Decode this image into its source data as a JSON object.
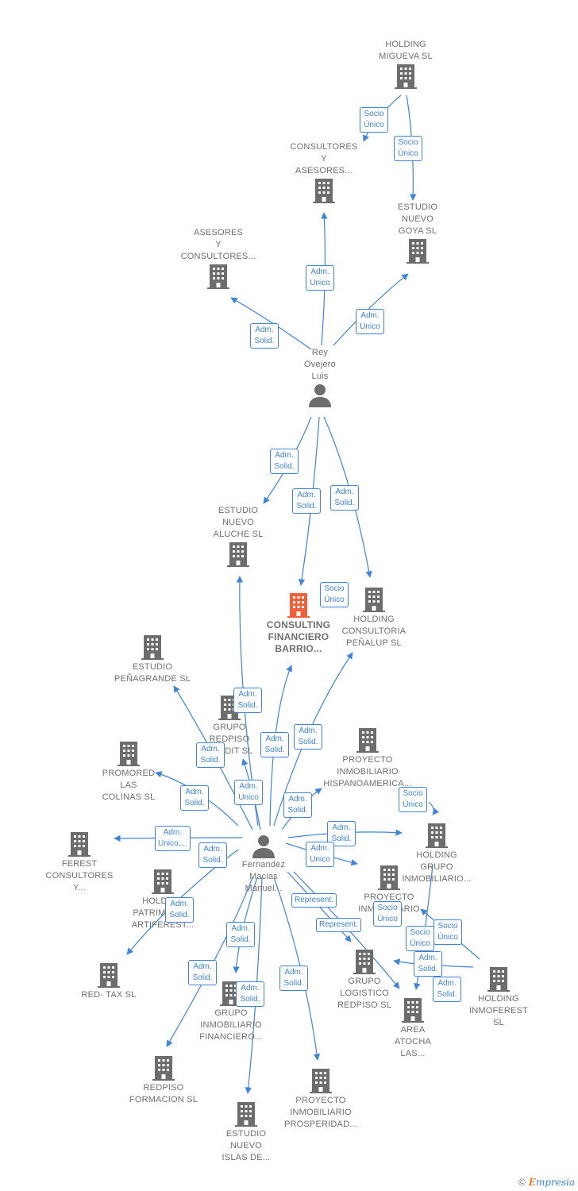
{
  "colors": {
    "edge": "#3f84d6",
    "building": "#6d6d6d",
    "main": "#f0603a",
    "person": "#6d6d6d",
    "label": "#6f6f6f"
  },
  "nodes": {
    "holding_migueva": "HOLDING\nMIGUEVA  SL",
    "consultores_asesores": "CONSULTORES\nY\nASESORES...",
    "estudio_nuevo_goya": "ESTUDIO\nNUEVO\nGOYA  SL",
    "asesores_consultores": "ASESORES\nY\nCONSULTORES...",
    "rey_ovejero": "Rey\nOvejero\nLuis",
    "estudio_nuevo_aluche": "ESTUDIO\nNUEVO\nALUCHE SL",
    "consulting_financiero": "CONSULTING\nFINANCIERO\nBARRIO...",
    "holding_consultoria": "HOLDING\nCONSULTORIA\nPEÑALUP  SL",
    "estudio_penagrande": "ESTUDIO\nPEÑAGRANDE SL",
    "grupo_redpiso_credit": "GRUPO\nREDPISO\nCREDIT SL",
    "promored": "PROMORED\nLAS\nCOLINAS  SL",
    "proyecto_hispano": "PROYECTO\nINMOBILIARIO\nHISPANOAMERICA...",
    "ferest": "FEREST\nCONSULTORES\nY...",
    "fernandez": "Fernandez\nMacias\nManuel...",
    "holding_grupo_inmob": "HOLDING\nGRUPO\nINMOBILIARIO...",
    "holding_patrim": "HOLDING\nPATRIMONIAL\nARTIFEREST...",
    "proyecto_inmob2": "PROYECTO\nINMOBILIARIO\n...",
    "red_tax": "RED- TAX SL",
    "grupo_inmob_fin": "GRUPO\nINMOBILIARIO\nFINANCIERO...",
    "grupo_logistico": "GRUPO\nLOGISTICO\nREDPISO  SL",
    "area_atocha": "AREA\nATOCHA\nLAS...",
    "holding_inmoferest": "HOLDING\nINMOFEREST\nSL",
    "redpiso_formacion": "REDPISO\nFORMACION SL",
    "estudio_islas": "ESTUDIO\nNUEVO\nISLAS DE...",
    "proyecto_prosperidad": "PROYECTO\nINMOBILIARIO\nPROSPERIDAD..."
  },
  "badges": {
    "b1": "Socio\nÚnico",
    "b2": "Socio\nÚnico",
    "b3": "Adm.\nUnico",
    "b4": "Adm.\nUnico",
    "b5": "Adm.\nSolid.",
    "b6": "Adm.\nSolid.",
    "b7": "Adm.\nSolid.",
    "b8": "Adm.\nSolid.",
    "b9": "Socio\nÚnico",
    "b10": "Adm.\nSolid.",
    "b11": "Adm.\nSolid.",
    "b12": "Adm.\nSolid.",
    "b13": "Adm.\nSolid.",
    "b14": "Adm.\nSolid.",
    "b15": "Adm.\nUnico",
    "b16": "Adm.\nSolid.",
    "b17": "Adm.\nUnico,...",
    "b18": "Adm.\nSolid.",
    "b19": "Socio\nÚnico",
    "b20": "Adm.\nSolid.",
    "b21": "Adm.\nUnico",
    "b22": "Adm.\nSolid.",
    "b23": "Represent.",
    "b24": "Socio\nÚnico",
    "b25": "Represent.",
    "b26": "Socio\nÚnico",
    "b27": "Socio\nÚnico",
    "b28": "Adm.\nSolid.",
    "b29": "Adm.\nSolid.",
    "b30": "Adm.\nSolid.",
    "b31": "Adm.\nSolid.",
    "b32": "Adm.\nSolid.",
    "b33": "Adm.\nSolid."
  },
  "footer": {
    "copyright": "©",
    "brand_e": "E",
    "brand_rest": "mpresia"
  }
}
